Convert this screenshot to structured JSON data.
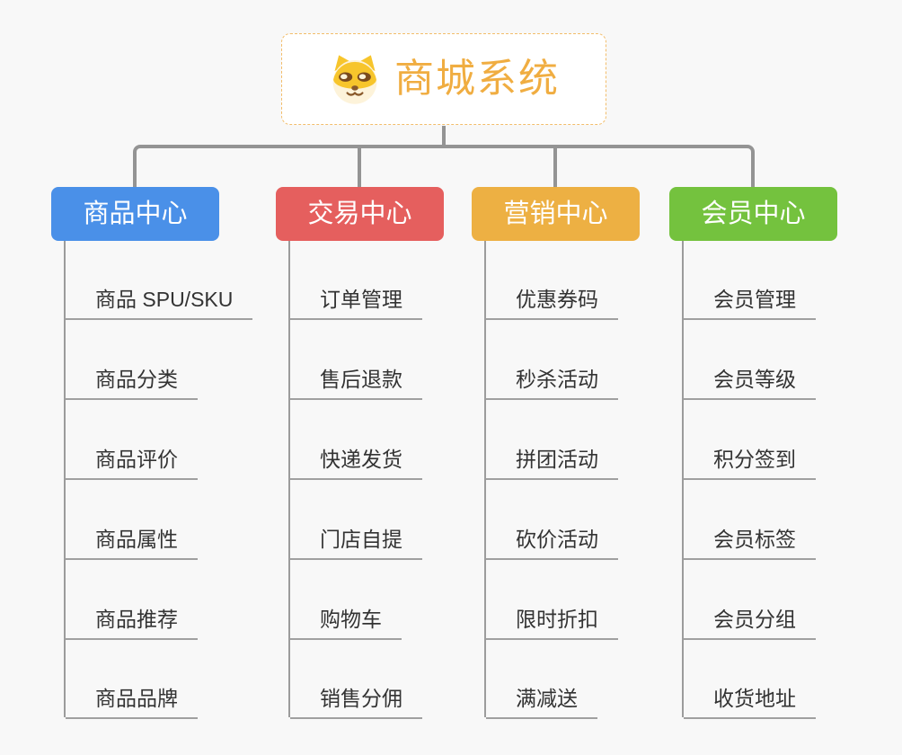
{
  "root": {
    "title": "商城系统",
    "icon": "shiba-dog-icon"
  },
  "branches": [
    {
      "label": "商品中心",
      "color": "#4a90e8",
      "items": [
        "商品 SPU/SKU",
        "商品分类",
        "商品评价",
        "商品属性",
        "商品推荐",
        "商品品牌"
      ]
    },
    {
      "label": "交易中心",
      "color": "#e55f5e",
      "items": [
        "订单管理",
        "售后退款",
        "快递发货",
        "门店自提",
        "购物车",
        "销售分佣"
      ]
    },
    {
      "label": "营销中心",
      "color": "#edb043",
      "items": [
        "优惠券码",
        "秒杀活动",
        "拼团活动",
        "砍价活动",
        "限时折扣",
        "满减送"
      ]
    },
    {
      "label": "会员中心",
      "color": "#74c23e",
      "items": [
        "会员管理",
        "会员等级",
        "积分签到",
        "会员标签",
        "会员分组",
        "收货地址"
      ]
    }
  ],
  "colors": {
    "background": "#f8f8f8",
    "connector": "#949494",
    "item_underline": "#a0a0a0",
    "item_text": "#333333",
    "root_text": "#f0ad41",
    "root_border": "#f2bd6b",
    "branch_text": "#ffffff"
  }
}
